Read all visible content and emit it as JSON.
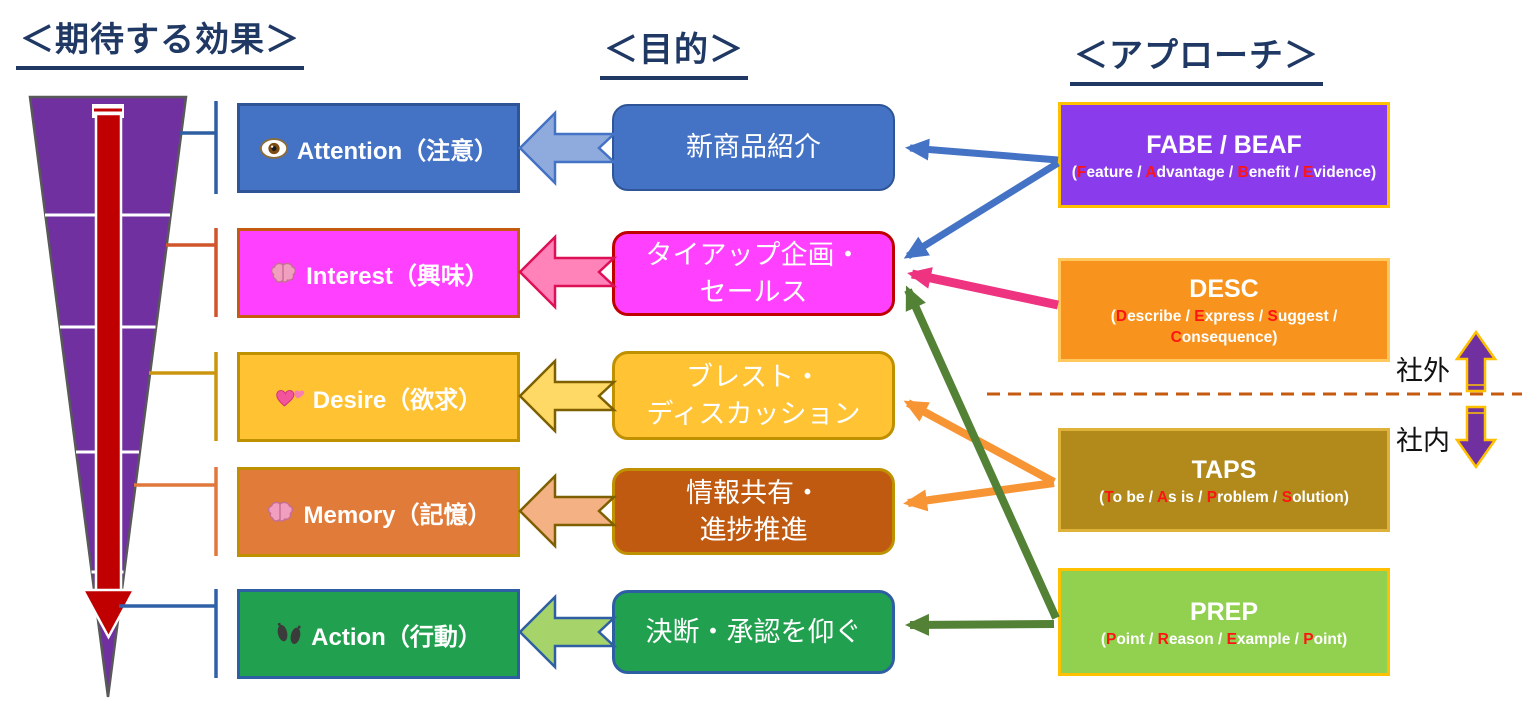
{
  "headers": {
    "expected_effect": "＜期待する効果＞",
    "purpose": "＜目的＞",
    "approach": "＜アプローチ＞"
  },
  "stages": [
    {
      "icon": "eye-icon",
      "effect": "Attention（注意）",
      "effect_fill": "#4472C4",
      "purpose_lines": [
        "新商品紹介"
      ],
      "purpose_fill": "#4472C4"
    },
    {
      "icon": "brain-icon",
      "effect": "Interest（興味）",
      "effect_fill": "#FF40FF",
      "purpose_lines": [
        "タイアップ企画・",
        "セールス"
      ],
      "purpose_fill": "#FF40FF"
    },
    {
      "icon": "hearts-icon",
      "effect": "Desire（欲求）",
      "effect_fill": "#FFC233",
      "purpose_lines": [
        "ブレスト・",
        "ディスカッション"
      ],
      "purpose_fill": "#FFC333"
    },
    {
      "icon": "brain-icon",
      "effect": "Memory（記憶）",
      "effect_fill": "#E07B39",
      "purpose_lines": [
        "情報共有・",
        "進捗推進"
      ],
      "purpose_fill": "#C05A11"
    },
    {
      "icon": "footprints-icon",
      "effect": "Action（行動）",
      "effect_fill": "#21A04F",
      "purpose_lines": [
        "決断・承認を仰ぐ"
      ],
      "purpose_fill": "#21A04F"
    }
  ],
  "approaches": [
    {
      "title": "FABE / BEAF",
      "fill": "#8A3CEC",
      "border": "#FFC000",
      "subtitle": [
        {
          "t": "(",
          "red": false
        },
        {
          "t": "F",
          "red": true
        },
        {
          "t": "eature / ",
          "red": false
        },
        {
          "t": "A",
          "red": true
        },
        {
          "t": "dvantage / ",
          "red": false
        },
        {
          "t": "B",
          "red": true
        },
        {
          "t": "enefit / ",
          "red": false
        },
        {
          "t": "E",
          "red": true
        },
        {
          "t": "vidence)",
          "red": false
        }
      ]
    },
    {
      "title": "DESC",
      "fill": "#F8941E",
      "border": "#FFC95E",
      "subtitle": [
        {
          "t": "(",
          "red": false
        },
        {
          "t": "D",
          "red": true
        },
        {
          "t": "escribe / ",
          "red": false
        },
        {
          "t": "E",
          "red": true
        },
        {
          "t": "xpress / ",
          "red": false
        },
        {
          "t": "S",
          "red": true
        },
        {
          "t": "uggest / ",
          "red": false
        },
        {
          "t": "C",
          "red": true
        },
        {
          "t": "onsequence)",
          "red": false
        }
      ]
    },
    {
      "title": "TAPS",
      "fill": "#B18A1B",
      "border": "#DFB239",
      "subtitle": [
        {
          "t": "(",
          "red": false
        },
        {
          "t": "T",
          "red": true
        },
        {
          "t": "o be / ",
          "red": false
        },
        {
          "t": "A",
          "red": true
        },
        {
          "t": "s is / ",
          "red": false
        },
        {
          "t": "P",
          "red": true
        },
        {
          "t": "roblem / ",
          "red": false
        },
        {
          "t": "S",
          "red": true
        },
        {
          "t": "olution)",
          "red": false
        }
      ]
    },
    {
      "title": "PREP",
      "fill": "#92D050",
      "border": "#FFC000",
      "subtitle": [
        {
          "t": "(",
          "red": false
        },
        {
          "t": "P",
          "red": true
        },
        {
          "t": "oint / ",
          "red": false
        },
        {
          "t": "R",
          "red": true
        },
        {
          "t": "eason / ",
          "red": false
        },
        {
          "t": "E",
          "red": true
        },
        {
          "t": "xample / ",
          "red": false
        },
        {
          "t": "P",
          "red": true
        },
        {
          "t": "oint)",
          "red": false
        }
      ]
    }
  ],
  "side_labels": {
    "external": "社外",
    "internal": "社内"
  },
  "colors": {
    "header_text": "#1F3864",
    "funnel_fill": "#7030A0",
    "funnel_border": "#595959",
    "funnel_arrow": "#C00000",
    "divider_dash": "#C55A11",
    "updown_arrow_fill": "#7030A0",
    "updown_arrow_border": "#FFC000",
    "red_letter": "#FF1414",
    "arrow_blue": "#4472C4",
    "arrow_pink": "#EE3380",
    "arrow_orange": "#F79433",
    "arrow_green": "#538135"
  }
}
